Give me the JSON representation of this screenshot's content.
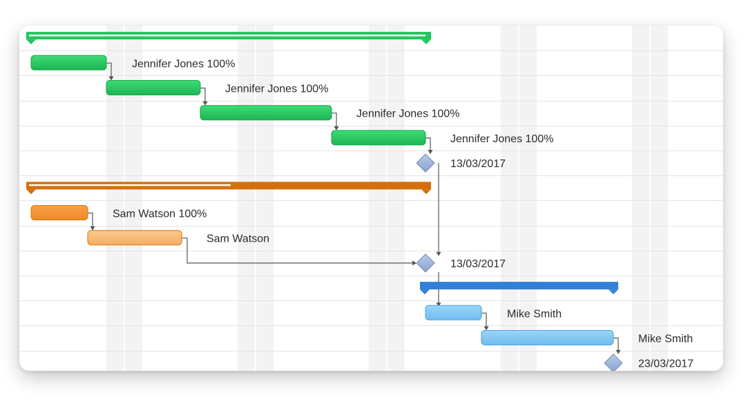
{
  "colors": {
    "green": "#22c55e",
    "green_dark": "#16a34a",
    "orange": "#f59332",
    "orange_dark": "#d97706",
    "orange_light": "#f9b56b",
    "blue": "#2f80d6",
    "blue_light": "#7cc6f4",
    "milestone": "#9db3da",
    "connector": "#555555",
    "gridline": "#e4e4e4",
    "weekend_band": "#f3f3f3"
  },
  "rows": [
    {
      "kind": "summary",
      "group": "green",
      "label": ""
    },
    {
      "kind": "task",
      "group": "green",
      "label": "Jennifer Jones  100%"
    },
    {
      "kind": "task",
      "group": "green",
      "label": "Jennifer Jones  100%"
    },
    {
      "kind": "task",
      "group": "green",
      "label": "Jennifer Jones  100%"
    },
    {
      "kind": "task",
      "group": "green",
      "label": "Jennifer Jones  100%"
    },
    {
      "kind": "milestone",
      "group": "green",
      "label": "13/03/2017"
    },
    {
      "kind": "summary",
      "group": "orange",
      "label": ""
    },
    {
      "kind": "task",
      "group": "orange",
      "label": "Sam Watson  100%"
    },
    {
      "kind": "task",
      "group": "orange",
      "label": "Sam Watson"
    },
    {
      "kind": "milestone",
      "group": "orange",
      "label": "13/03/2017"
    },
    {
      "kind": "summary",
      "group": "blue",
      "label": ""
    },
    {
      "kind": "task",
      "group": "blue",
      "label": "Mike Smith"
    },
    {
      "kind": "task",
      "group": "blue",
      "label": "Mike Smith"
    },
    {
      "kind": "milestone",
      "group": "blue",
      "label": "23/03/2017"
    }
  ]
}
